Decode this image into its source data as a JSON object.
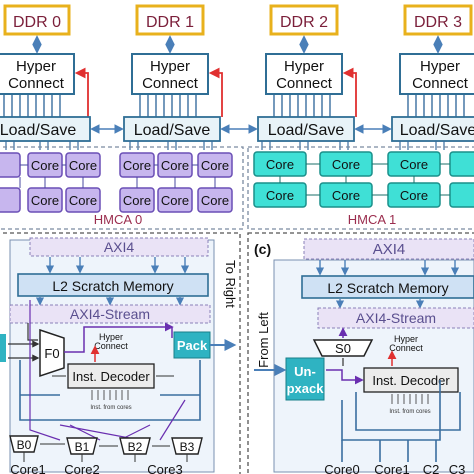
{
  "top": {
    "ddr": [
      "DDR 0",
      "DDR 1",
      "DDR 2",
      "DDR 3"
    ],
    "hyper_connect_line1": "Hyper",
    "hyper_connect_line2": "Connect",
    "load_save": "Load/Save",
    "core": "Core",
    "hmca": [
      "HMCA 0",
      "HMCA 1"
    ]
  },
  "left_panel": {
    "axi4": "AXI4",
    "l2_scratch_memory": "L2 Scratch Memory",
    "axi4_stream": "AXI4-Stream",
    "mux": "F0",
    "hyper_connect_line1": "Hyper",
    "hyper_connect_line2": "Connect",
    "pack": "Pack",
    "inst_decoder": "Inst. Decoder",
    "inst_from_cores": "Inst. from cores",
    "buffers": [
      "B0",
      "B1",
      "B2",
      "B3"
    ],
    "cores": [
      "Core1",
      "Core2",
      "Core3"
    ],
    "to_right": "To Right"
  },
  "right_panel": {
    "panel_label": "(c)",
    "axi4": "AXI4",
    "l2_scratch_memory": "L2 Scratch Memory",
    "axi4_stream": "AXI4-Stream",
    "mux": "S0",
    "hyper_connect_line1": "Hyper",
    "hyper_connect_line2": "Connect",
    "unpack_line1": "Un-",
    "unpack_line2": "pxack",
    "inst_decoder": "Inst. Decoder",
    "inst_from_cores": "Inst. from cores",
    "cores": [
      "Core0",
      "Core1",
      "C2",
      "C3"
    ],
    "from_left": "From Left"
  },
  "colors": {
    "ddr_border": "#e8b11c",
    "ddr_text": "#7b1f3a",
    "hyper_border": "#2f6e95",
    "load_fill": "#e8f3f8",
    "violet_core": "#c7b6ee",
    "violet_border": "#6a4fb5",
    "cyan_core": "#3fe0d6",
    "cyan_border": "#1a8f8a",
    "blue_block": "#cfe1f4",
    "arrow_blue": "#5b9bd5",
    "red": "#e03030",
    "hmca_text": "#9b2d4e",
    "dash": "#7a8aa0"
  }
}
